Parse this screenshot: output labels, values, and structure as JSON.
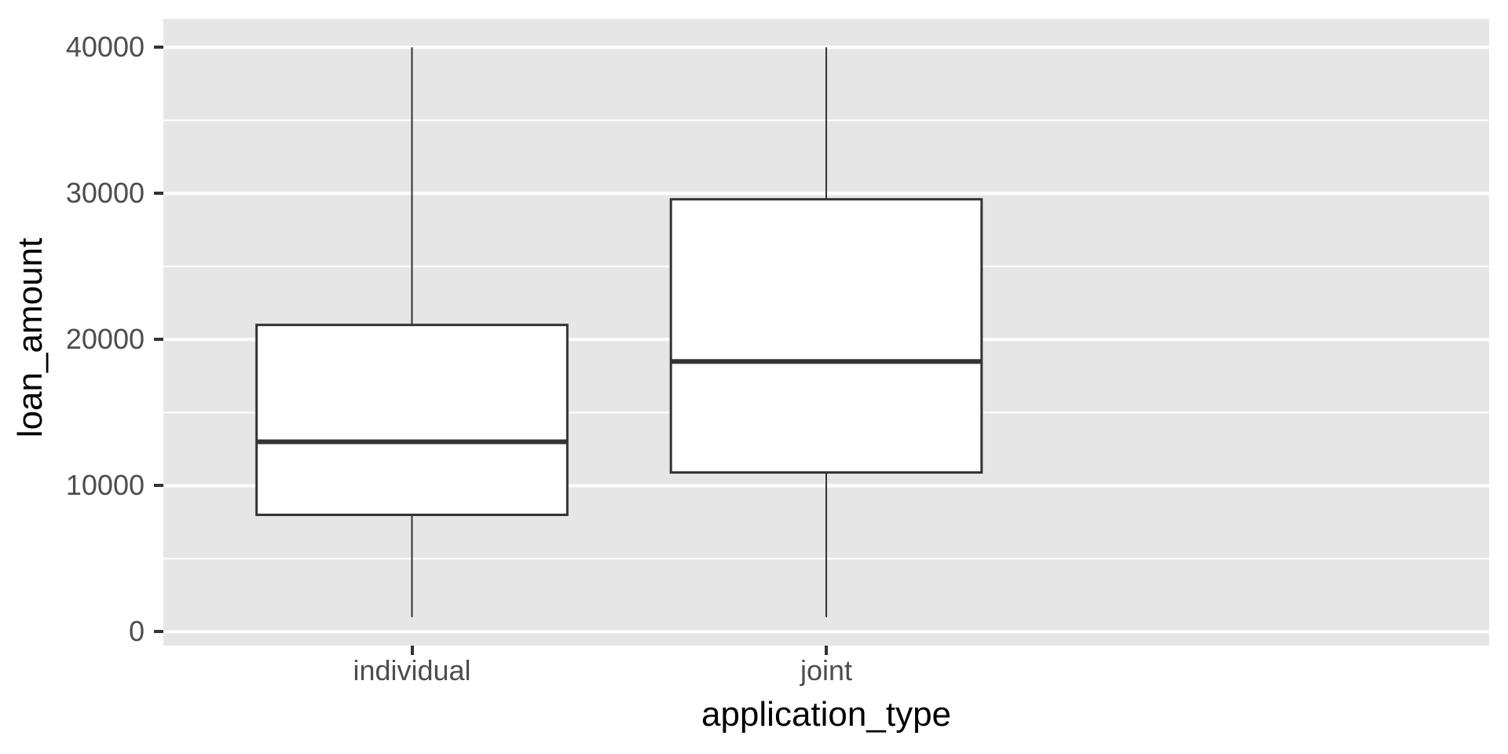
{
  "figure": {
    "background_color": "#FFFFFF",
    "panel_background_color": "#E6E6E6",
    "grid_color": "#FFFFFF",
    "box_fill_color": "#FFFFFF",
    "box_border_color": "#333333",
    "tick_mark_color": "#333333",
    "tick_label_color": "#4D4D4D",
    "axis_title_color": "#000000"
  },
  "chart_data": {
    "type": "boxplot",
    "title": "",
    "xlabel": "application_type",
    "ylabel": "loan_amount",
    "categories": [
      "individual",
      "joint"
    ],
    "series": [
      {
        "category": "individual",
        "min": 1000,
        "q1": 8000,
        "median": 13000,
        "q3": 21000,
        "max": 40000
      },
      {
        "category": "joint",
        "min": 1000,
        "q1": 10900,
        "median": 18500,
        "q3": 29600,
        "max": 40000
      }
    ],
    "y_ticks": [
      0,
      10000,
      20000,
      30000,
      40000
    ],
    "y_tick_labels": [
      "0",
      "10000",
      "20000",
      "30000",
      "40000"
    ],
    "y_minor_ticks": [
      5000,
      15000,
      25000,
      35000
    ],
    "ylim": [
      -950,
      41950
    ],
    "grid": "major and minor horizontal white gridlines on grey panel",
    "legend_position": "none",
    "orientation": "vertical"
  }
}
